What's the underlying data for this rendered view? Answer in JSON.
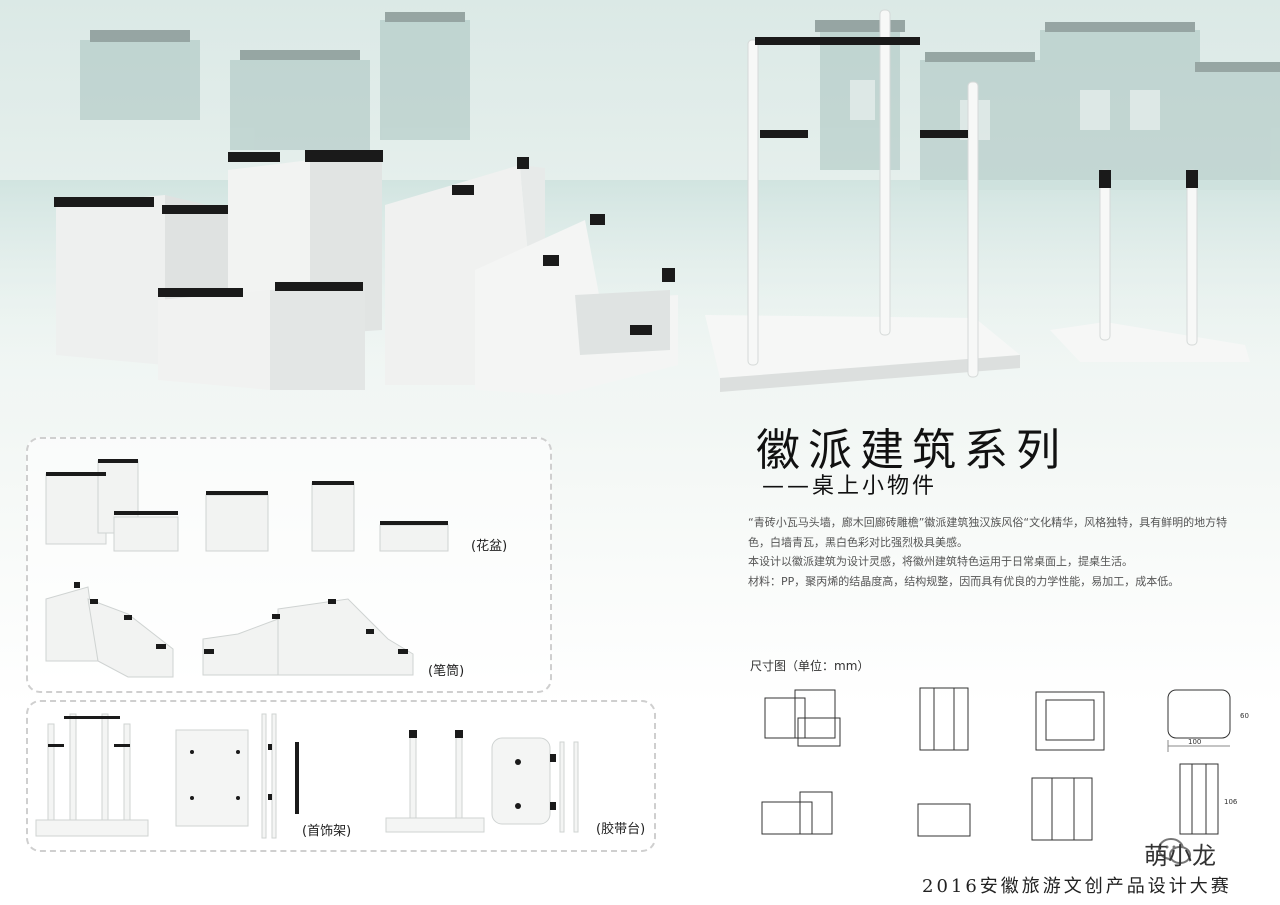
{
  "title": "徽派建筑系列",
  "subtitle": "——桌上小物件",
  "description": [
    "“青砖小瓦马头墙，廊木回廊砖雕檐”徽派建筑独汉族风俗“文化精华，风格独特，具有鲜明的地方特色，白墙青瓦，黑白色彩对比强烈极具美感。",
    "本设计以徽派建筑为设计灵感，将徽州建筑特色运用于日常桌面上，提桌生活。",
    "材料：PP，聚丙烯的结晶度高，结构规整，因而具有优良的力学性能，易加工，成本低。"
  ],
  "labels": {
    "flowerpot": "(花盆)",
    "penholder": "(笔筒)",
    "jewelry": "(首饰架)",
    "tape": "(胶带台)"
  },
  "dimensions_title": "尺寸图（单位：mm）",
  "dimension_values": {
    "d100": "100",
    "d60": "60",
    "d106": "106"
  },
  "watermark": "萌小龙",
  "footer": "2016安徽旅游文创产品设计大赛",
  "colors": {
    "accent_dark": "#1a1a1a",
    "product_white": "#f4f5f4",
    "background_tint": "#dbe9e6"
  },
  "icons": {
    "watermark": "wechat-icon"
  }
}
